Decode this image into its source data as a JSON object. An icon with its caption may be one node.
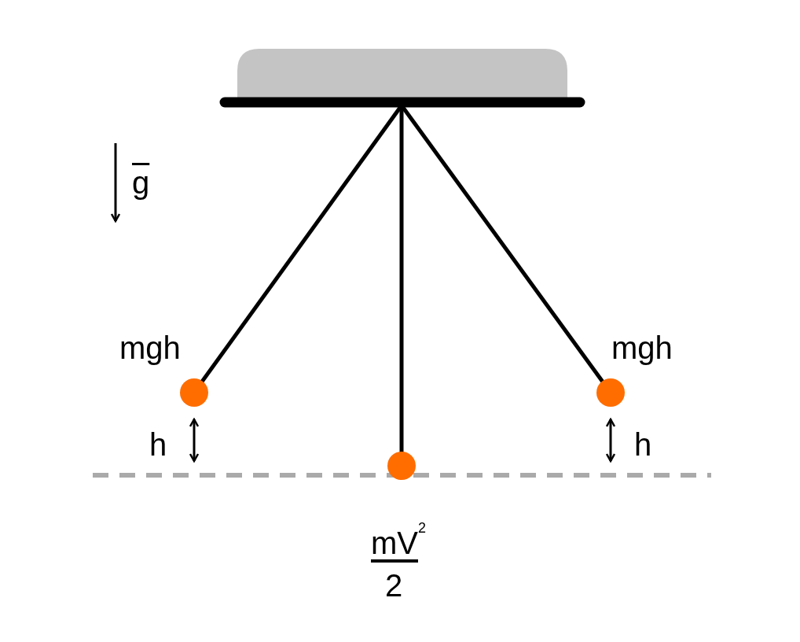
{
  "diagram": {
    "labels": [
      "g",
      "mgh",
      "mgh",
      "h",
      "h",
      "mV$^{2}$",
      "2"
    ]
  }
}
